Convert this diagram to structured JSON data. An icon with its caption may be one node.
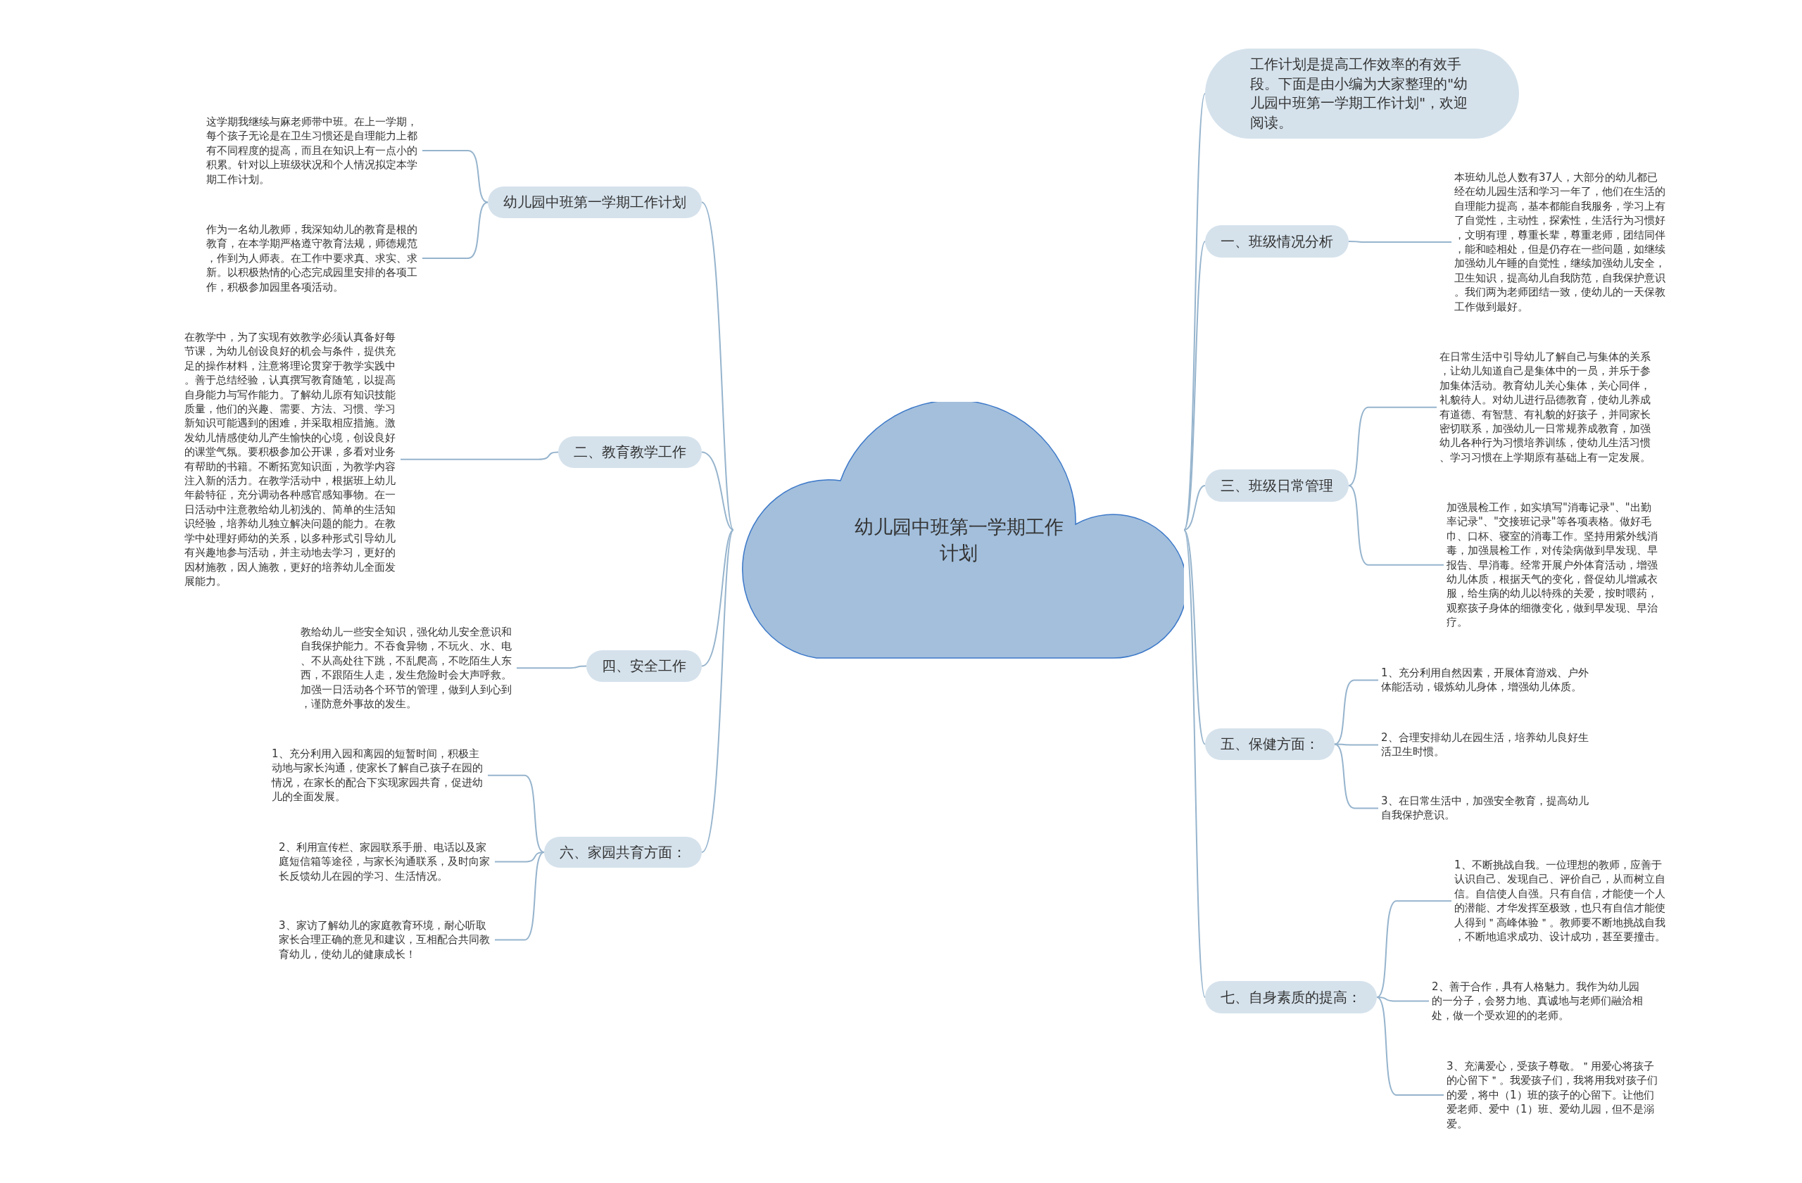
{
  "diagram": {
    "nodes": [
      {
        "text": [
          "幼儿园中班第一学期工作计划"
        ]
      },
      {
        "text": [
          "幼儿园中班第一学期工作计划"
        ]
      },
      {
        "text": [
          "这学期我继续与麻老师带中班。在上一学期，每个孩子无论是在卫生习惯还是自理能力上都有不同程度的提高，而且在知识上有一点小的积累。针对以上班级状况和个人情况拟定本学期工作计划。"
        ]
      },
      {
        "text": [
          "作为一名幼儿教师，我深知幼儿的教育是根的教育，在本学期严格遵守教育法规，师德规范，作到为人师表。在工作中要求真、求实、求新。以积极热情的心态完成园里安排的各项工作，积极参加园里各项活动。"
        ]
      },
      {
        "text": [
          "二、教育教学工作"
        ]
      },
      {
        "text": [
          "在教学中，为了实现有效教学必须认真备好每节课，为幼儿创设良好的机会与条件，提供充足的操作材料，注意将理论贯穿于教学实践中。善于总结经验，认真撰写教育随笔，以提高自身能力与写作能力。了解幼儿原有知识技能质量，他们的兴趣、需要、方法、习惯、学习新知识可能遇到的困难，并采取相应措施。激发幼儿情感使幼儿产生愉快的心境，创设良好的课堂气氛。要积极参加公开课，多看对业务有帮助的书籍。不断拓宽知识面，为教学内容注入新的活力。在教学活动中，根据班上幼儿年龄特征，充分调动各种感官感知事物。在一日活动中注意教给幼儿初浅的、简单的生活知识经验，培养幼儿独立解决问题的能力。在教学中处理好师幼的关系，以多种形式引导幼儿有兴趣地参与活动，并主动地去学习，更好的因材施教，因人施教，更好的培养幼儿全面发展能力。"
        ]
      },
      {
        "text": [
          "四、安全工作"
        ]
      },
      {
        "text": [
          "教给幼儿一些安全知识，强化幼儿安全意识和自我保护能力。不吞食异物，不玩火、水、电、不从高处往下跳，不乱爬高，不吃陌生人东西，不跟陌生人走，发生危险时会大声呼救。加强一日活动各个环节的管理，做到人到心到，谨防意外事故的发生。"
        ]
      },
      {
        "text": [
          "六、家园共育方面："
        ]
      },
      {
        "text": [
          "1、充分利用入园和离园的短暂时间，积极主动地与家长沟通，使家长了解自己孩子在园的情况，在家长的配合下实现家园共育，促进幼儿的全面发展。"
        ]
      },
      {
        "text": [
          "2、利用宣传栏、家园联系手册、电话以及家庭短信箱等途径，与家长沟通联系，及时向家长反馈幼儿在园的学习、生活情况。"
        ]
      },
      {
        "text": [
          "3、家访了解幼儿的家庭教育环境，耐心听取家长合理正确的意见和建议，互相配合共同教育幼儿，使幼儿的健康成长！"
        ]
      },
      {
        "text": [
          "工作计划是提高工作效率的有效手段。下面是由小编为大家整理的\"幼儿园中班第一学期工作计划\"，欢迎阅读。"
        ]
      },
      {
        "text": [
          "一、班级情况分析"
        ]
      },
      {
        "text": [
          "本班幼儿总人数有37人，大部分的幼儿都已经在幼儿园生活和学习一年了，他们在生活的自理能力提高，基本都能自我服务，学习上有了自觉性，主动性，探索性，生活行为习惯好，文明有理，尊重长辈，尊重老师，团结同伴，能和睦相处，但是仍存在一些问题，如继续加强幼儿午睡的自觉性，继续加强幼儿安全，卫生知识，提高幼儿自我防范，自我保护意识。我们两为老师团结一致，使幼儿的一天保教工作做到最好。"
        ]
      },
      {
        "text": [
          "三、班级日常管理"
        ]
      },
      {
        "text": [
          "在日常生活中引导幼儿了解自己与集体的关系，让幼儿知道自己是集体中的一员，并乐于参加集体活动。教育幼儿关心集体，关心同伴，礼貌待人。对幼儿进行品德教育，使幼儿养成有道德、有智慧、有礼貌的好孩子，并同家长密切联系，加强幼儿一日常规养成教育，加强幼儿各种行为习惯培养训练，使幼儿生活习惯、学习习惯在上学期原有基础上有一定发展。"
        ]
      },
      {
        "text": [
          "加强晨检工作，如实填写\"消毒记录\"、\"出勤率记录\"、\"交接班记录\"等各项表格。做好毛巾、口杯、寝室的消毒工作。坚持用紫外线消毒，加强晨检工作，对传染病做到早发现、早报告、早消毒。经常开展户外体育活动，增强幼儿体质，根据天气的变化，督促幼儿增减衣服，给生病的幼儿以特殊的关爱，按时喂药，观察孩子身体的细微变化，做到早发现、早治疗。"
        ]
      },
      {
        "text": [
          "五、保健方面："
        ]
      },
      {
        "text": [
          "1、充分利用自然因素，开展体育游戏、户外体能活动，锻炼幼儿身体，增强幼儿体质。"
        ]
      },
      {
        "text": [
          "2、合理安排幼儿在园生活，培养幼儿良好生活卫生时惯。"
        ]
      },
      {
        "text": [
          "3、在日常生活中，加强安全教育，提高幼儿自我保护意识。"
        ]
      },
      {
        "text": [
          "七、自身素质的提高："
        ]
      },
      {
        "text": [
          "1、不断挑战自我。一位理想的教师，应善于认识自己、发现自己、评价自己，从而树立自信。自信使人自强。只有自信，才能使一个人的潜能、才华发挥至极致，也只有自信才能使人得到＂高峰体验＂。教师要不断地挑战自我，不断地追求成功、设计成功，甚至要撞击。"
        ]
      },
      {
        "text": [
          "2、善于合作，具有人格魅力。我作为幼儿园的一分子，会努力地、真诚地与老师们融洽相处，做一个受欢迎的的老师。"
        ]
      },
      {
        "text": [
          "3、充满爱心，受孩子尊敬。＂用爱心将孩子的心留下＂。我爱孩子们，我将用我对孩子们的爱，将中（1）班的孩子的心留下。让他们爱老师、爱中（1）班、爱幼儿园，但不是溺爱。"
        ]
      }
    ],
    "edges": [
      {
        "from": 0,
        "to": 1,
        "arrow": "none"
      },
      {
        "from": 1,
        "to": 2,
        "arrow": "none"
      },
      {
        "from": 1,
        "to": 3,
        "arrow": "none"
      },
      {
        "from": 0,
        "to": 4,
        "arrow": "none"
      },
      {
        "from": 4,
        "to": 5,
        "arrow": "none"
      },
      {
        "from": 0,
        "to": 6,
        "arrow": "none"
      },
      {
        "from": 6,
        "to": 7,
        "arrow": "none"
      },
      {
        "from": 0,
        "to": 8,
        "arrow": "none"
      },
      {
        "from": 8,
        "to": 9,
        "arrow": "none"
      },
      {
        "from": 8,
        "to": 10,
        "arrow": "none"
      },
      {
        "from": 8,
        "to": 11,
        "arrow": "none"
      },
      {
        "from": 0,
        "to": 12,
        "arrow": "none"
      },
      {
        "from": 0,
        "to": 13,
        "arrow": "none"
      },
      {
        "from": 13,
        "to": 14,
        "arrow": "none"
      },
      {
        "from": 0,
        "to": 15,
        "arrow": "none"
      },
      {
        "from": 15,
        "to": 16,
        "arrow": "none"
      },
      {
        "from": 15,
        "to": 17,
        "arrow": "none"
      },
      {
        "from": 0,
        "to": 18,
        "arrow": "none"
      },
      {
        "from": 18,
        "to": 19,
        "arrow": "none"
      },
      {
        "from": 18,
        "to": 20,
        "arrow": "none"
      },
      {
        "from": 18,
        "to": 21,
        "arrow": "none"
      },
      {
        "from": 0,
        "to": 22,
        "arrow": "none"
      },
      {
        "from": 22,
        "to": 23,
        "arrow": "none"
      },
      {
        "from": 22,
        "to": 24,
        "arrow": "none"
      },
      {
        "from": 22,
        "to": 25,
        "arrow": "none"
      }
    ]
  }
}
